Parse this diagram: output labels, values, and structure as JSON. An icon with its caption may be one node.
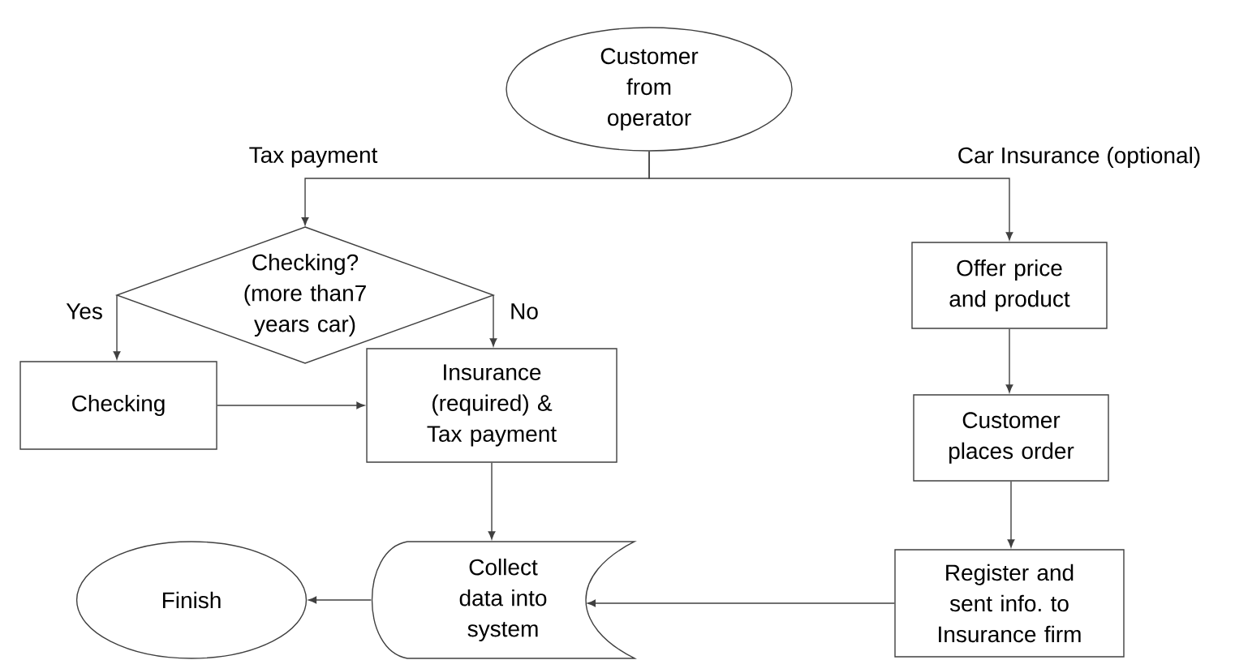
{
  "diagram": {
    "nodes": [
      {
        "text": [
          "Customer from operator"
        ]
      },
      {
        "text": [
          "Checking? (more than7 years car)"
        ]
      },
      {
        "text": [
          "Checking"
        ]
      },
      {
        "text": [
          "Insurance (required) & Tax payment"
        ]
      },
      {
        "text": [
          "Offer price and product"
        ]
      },
      {
        "text": [
          "Customer places order"
        ]
      },
      {
        "text": [
          "Collect data into system"
        ]
      },
      {
        "text": [
          "Register and sent info. to Insurance firm"
        ]
      },
      {
        "text": [
          "Finish"
        ]
      }
    ],
    "edges": [
      {
        "from": 0,
        "to": 1,
        "arrow": "to",
        "label": "Tax payment"
      },
      {
        "from": 0,
        "to": 4,
        "arrow": "to",
        "label": "Car Insurance (optional)"
      },
      {
        "from": 1,
        "to": 2,
        "arrow": "to",
        "label": "Yes"
      },
      {
        "from": 1,
        "to": 3,
        "arrow": "to",
        "label": "No"
      },
      {
        "from": 2,
        "to": 3,
        "arrow": "to"
      },
      {
        "from": 3,
        "to": 6,
        "arrow": "to"
      },
      {
        "from": 4,
        "to": 5,
        "arrow": "to"
      },
      {
        "from": 5,
        "to": 7,
        "arrow": "to"
      },
      {
        "from": 7,
        "to": 6,
        "arrow": "to"
      },
      {
        "from": 6,
        "to": 8,
        "arrow": "to"
      }
    ]
  }
}
